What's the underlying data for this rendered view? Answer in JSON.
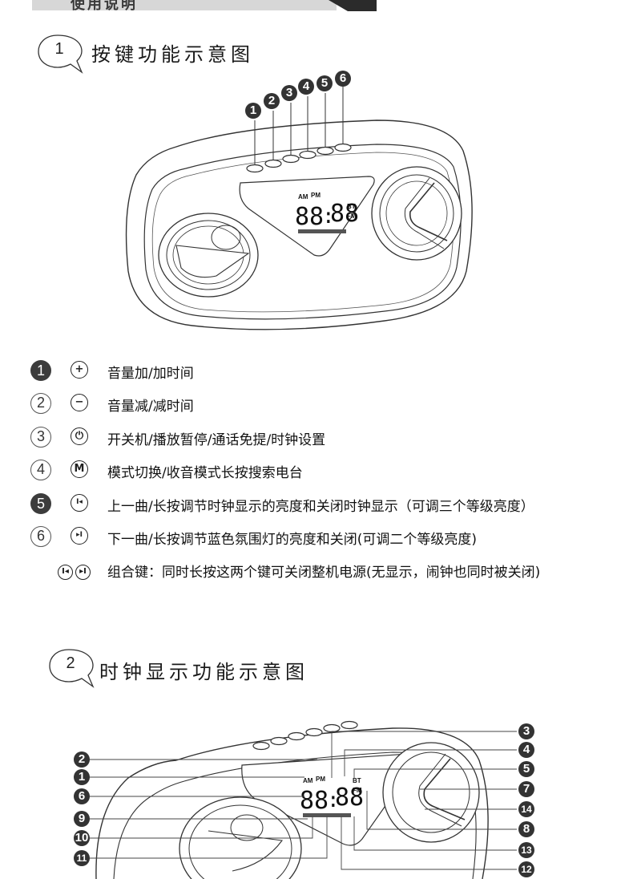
{
  "banner": {
    "title": "使用说明"
  },
  "section1": {
    "num": "1",
    "title": "按键功能示意图"
  },
  "section2": {
    "num": "2",
    "title": "时钟显示功能示意图"
  },
  "top_markers": [
    "1",
    "2",
    "3",
    "4",
    "5",
    "6"
  ],
  "lcd": {
    "am": "AM",
    "pm": "PM",
    "bt": "BT",
    "fm": "FM",
    "digits_left": "88",
    "colon": ":",
    "digits_right": "88"
  },
  "legend": [
    {
      "num": "1",
      "icon": "plus-icon",
      "glyph": "+",
      "text": "音量加/加时间"
    },
    {
      "num": "2",
      "icon": "minus-icon",
      "glyph": "−",
      "text": "音量减/减时间"
    },
    {
      "num": "3",
      "icon": "power-icon",
      "glyph": "⏻",
      "text": "开关机/播放暂停/通话免提/时钟设置"
    },
    {
      "num": "4",
      "icon": "mode-icon",
      "glyph": "M",
      "text": "模式切换/收音模式长按搜索电台"
    },
    {
      "num": "5",
      "icon": "previous-icon",
      "glyph": "I◂",
      "text": "上一曲/长按调节时钟显示的亮度和关闭时钟显示（可调三个等级亮度）"
    },
    {
      "num": "6",
      "icon": "next-icon",
      "glyph": "▸I",
      "text": "下一曲/长按调节蓝色氛围灯的亮度和关闭(可调二个等级亮度)"
    }
  ],
  "combo": {
    "icon_prev": "I◂",
    "icon_next": "▸I",
    "text": "组合键：同时长按这两个键可关闭整机电源(无显示，闹钟也同时被关闭)"
  },
  "diagram2": {
    "left_markers": [
      "2",
      "1",
      "6",
      "9",
      "10",
      "11"
    ],
    "right_markers": [
      "3",
      "4",
      "5",
      "7",
      "14",
      "8",
      "13",
      "12"
    ]
  }
}
